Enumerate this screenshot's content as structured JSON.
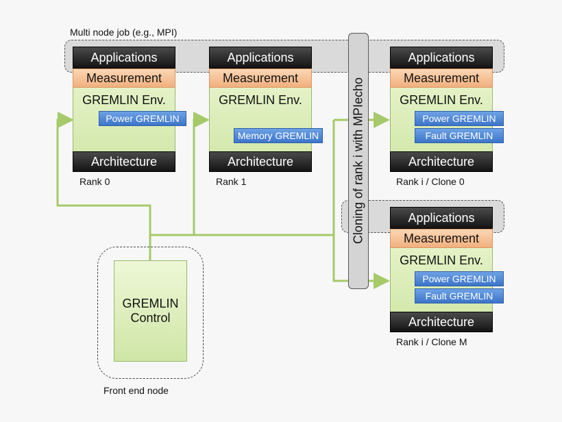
{
  "title": "Multi node job (e.g., MPI)",
  "layer_labels": {
    "applications": "Applications",
    "measurement": "Measurement",
    "env": "GREMLIN Env.",
    "architecture": "Architecture"
  },
  "nodes": [
    {
      "label": "Rank 0",
      "gremlins": [
        "Power GREMLIN"
      ]
    },
    {
      "label": "Rank 1",
      "gremlins": [
        "Memory GREMLIN"
      ]
    },
    {
      "label": "Rank i / Clone 0",
      "gremlins": [
        "Power GREMLIN",
        "Fault GREMLIN"
      ]
    },
    {
      "label": "Rank i / Clone M",
      "gremlins": [
        "Power GREMLIN",
        "Fault GREMLIN"
      ]
    }
  ],
  "cloning_label": "Cloning of rank i with MPIecho",
  "control": {
    "line1": "GREMLIN",
    "line2": "Control"
  },
  "front_end_label": "Front end node",
  "colors": {
    "arrow": "#a6c96a",
    "gremlin": "#4a83d6",
    "measurement": "#f5c39a",
    "layer_dark": "#2a2a2a"
  }
}
